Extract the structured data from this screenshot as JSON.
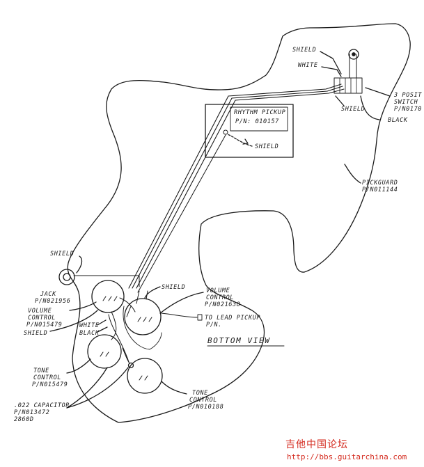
{
  "labels": {
    "shield_top": "SHIELD",
    "white_top": "WHITE",
    "switch_1": "3 POSIT",
    "switch_2": "SWITCH",
    "switch_3": "P/N0170",
    "shield_switch": "SHIELD",
    "black_switch": "BLACK",
    "rhythm_1": "RHYTHM PICKUP",
    "rhythm_2": "P/N: 010157",
    "shield_rhythm": "SHIELD",
    "pickguard_1": "PICKGUARD",
    "pickguard_2": "P/N011144",
    "shield_jack": "SHIELD",
    "jack_1": "JACK",
    "jack_2": "P/N021956",
    "vol_l_1": "VOLUME",
    "vol_l_2": "CONTROL",
    "vol_l_3": "P/N015479",
    "shield_left": "SHIELD",
    "white_mid": "WHITE",
    "black_mid": "BLACK",
    "shield_mid": "SHIELD",
    "vol_r_1": "VOLUME",
    "vol_r_2": "CONTROL",
    "vol_r_3": "P/N021638",
    "lead_1": "TO LEAD PICKUP",
    "lead_2": "P/N.",
    "bottom_view": "BOTTOM VIEW",
    "tone_l_1": "TONE",
    "tone_l_2": "CONTROL",
    "tone_l_3": "P/N015479",
    "tone_r_1": "TONE",
    "tone_r_2": "CONTROL",
    "tone_r_3": "P/N010188",
    "cap_1": ".022 CAPACITOR",
    "cap_2": "P/N013472",
    "cap_3": "2860D"
  },
  "watermark": {
    "site_name": "吉他中国论坛",
    "site_url": "http://bbs.guitarchina.com"
  },
  "colors": {
    "ink": "#1a1a1a",
    "watermark": "#d42a1e"
  }
}
